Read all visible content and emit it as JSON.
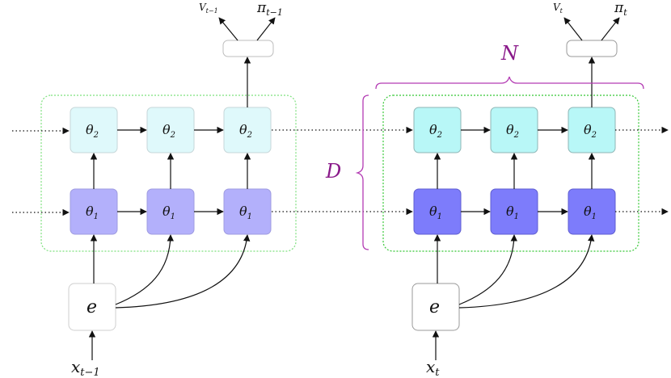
{
  "colors": {
    "theta2_light": "#dff9fb",
    "theta1_light": "#b3b0fb",
    "theta2_dark": "#b8f7f7",
    "theta1_dark": "#7d7cfb",
    "encoder_fill": "#ffffff",
    "group_border": "#34c734",
    "brace": "#b33ab3",
    "brace_label": "#8a1a8a",
    "arrow": "#111111"
  },
  "left": {
    "theta2": [
      "θ",
      "θ",
      "θ"
    ],
    "theta2_sub": [
      "2",
      "2",
      "2"
    ],
    "theta1": [
      "θ",
      "θ",
      "θ"
    ],
    "theta1_sub": [
      "1",
      "1",
      "1"
    ],
    "encoder": "e",
    "input": "x",
    "input_sub": "t−1",
    "value_out": "V",
    "value_out_sub": "t−1",
    "policy_out": "π",
    "policy_out_sub": "t−1"
  },
  "right": {
    "theta2": [
      "θ",
      "θ",
      "θ"
    ],
    "theta2_sub": [
      "2",
      "2",
      "2"
    ],
    "theta1": [
      "θ",
      "θ",
      "θ"
    ],
    "theta1_sub": [
      "1",
      "1",
      "1"
    ],
    "encoder": "e",
    "input": "x",
    "input_sub": "t",
    "value_out": "V",
    "value_out_sub": "t",
    "policy_out": "π",
    "policy_out_sub": "t"
  },
  "braces": {
    "width_label": "N",
    "depth_label": "D"
  }
}
